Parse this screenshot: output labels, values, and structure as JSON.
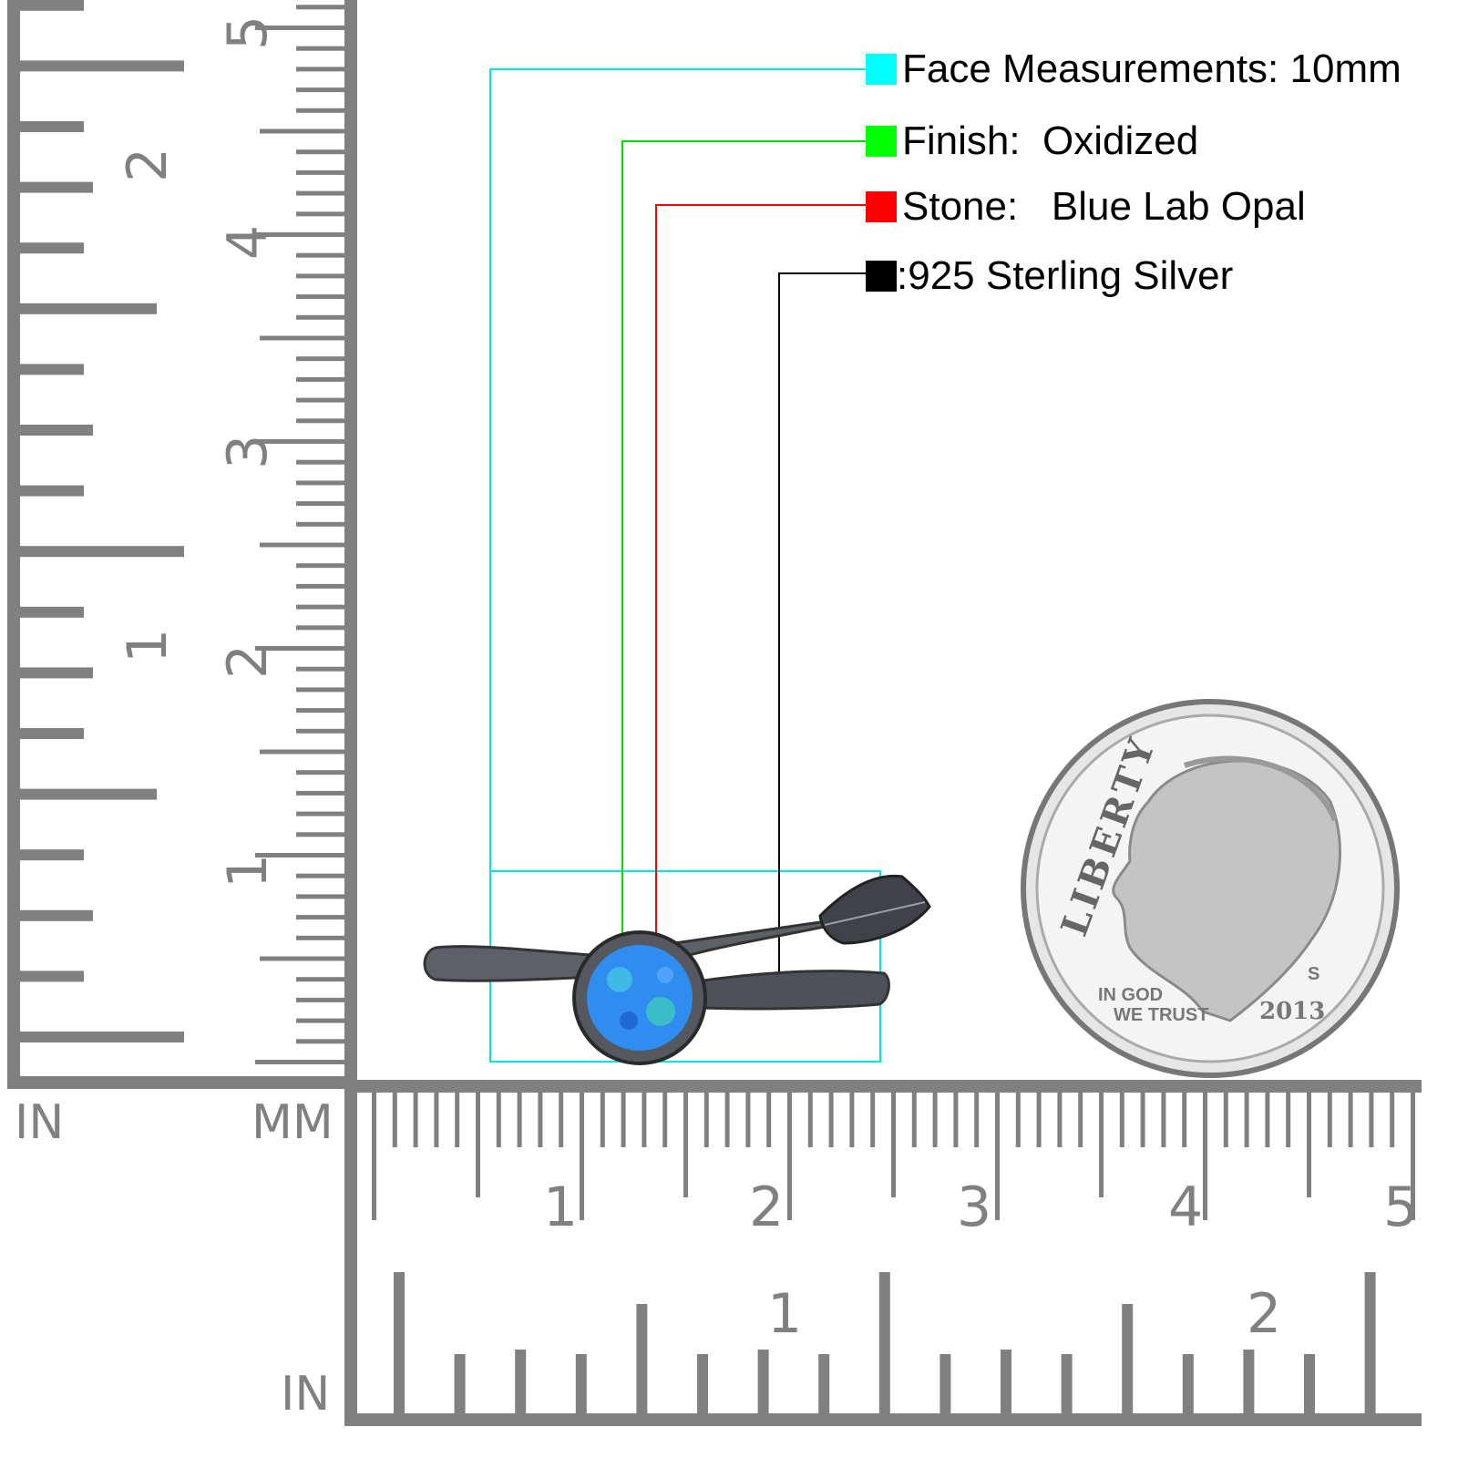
{
  "legend": [
    {
      "label": "Face Measurements: 10mm",
      "color": "#00ffff"
    },
    {
      "label": "Finish:  Oxidized",
      "color": "#00ff00"
    },
    {
      "label": "Stone:   Blue Lab Opal",
      "color": "#ff0000"
    },
    {
      "label": ":925 Sterling Silver",
      "color": "#000000"
    }
  ],
  "rulers": {
    "color": "#808080",
    "unit_in_left": "IN",
    "unit_mm": "MM",
    "unit_in_bottom": "IN",
    "left_mm_labels": [
      "1",
      "2",
      "3",
      "4",
      "5"
    ],
    "left_in_labels": [
      "1",
      "2"
    ],
    "bottom_mm_labels": [
      "1",
      "2",
      "3",
      "4",
      "5"
    ],
    "bottom_in_labels": [
      "1",
      "2"
    ]
  },
  "coin": {
    "liberty": "LIBERTY",
    "motto_1": "IN GOD",
    "motto_2": "WE TRUST",
    "year": "2013",
    "mint": "S"
  },
  "product": {
    "stone_color": "#2f8df0",
    "metal_color": "#5a5d63"
  }
}
